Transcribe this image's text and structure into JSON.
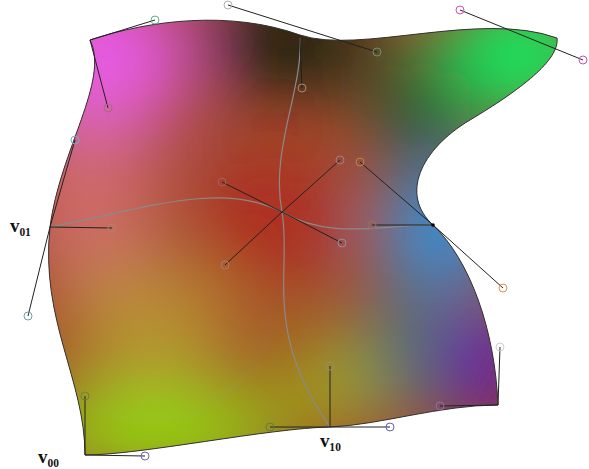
{
  "diagram": {
    "labels": [
      "v₀₁",
      "v₁₀",
      "v₀₀"
    ]
  }
}
